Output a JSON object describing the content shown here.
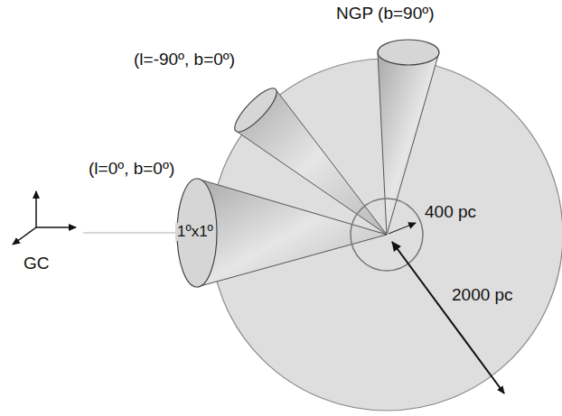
{
  "diagram": {
    "labels": [
      "NGP (b=90º)",
      "(l=-90º, b=0º)",
      "(l=0º, b=0º)",
      "1ºx1º",
      "400 pc",
      "2000 pc",
      "GC"
    ]
  }
}
